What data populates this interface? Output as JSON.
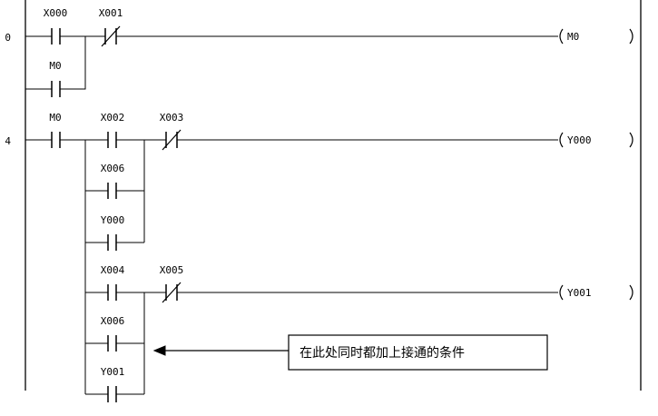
{
  "rungs": [
    {
      "step": "0",
      "contacts": {
        "c1": "X000",
        "c2": "X001",
        "c3": "M0"
      },
      "coil": "M0"
    },
    {
      "step": "4",
      "contacts": {
        "c1": "M0",
        "c2": "X002",
        "c3": "X003",
        "c4": "X006",
        "c5": "Y000",
        "c6": "X004",
        "c7": "X005",
        "c8": "X006",
        "c9": "Y001"
      },
      "coils": [
        "Y000",
        "Y001"
      ]
    }
  ],
  "annotation": {
    "text": "在此处同时都加上接通的条件"
  }
}
